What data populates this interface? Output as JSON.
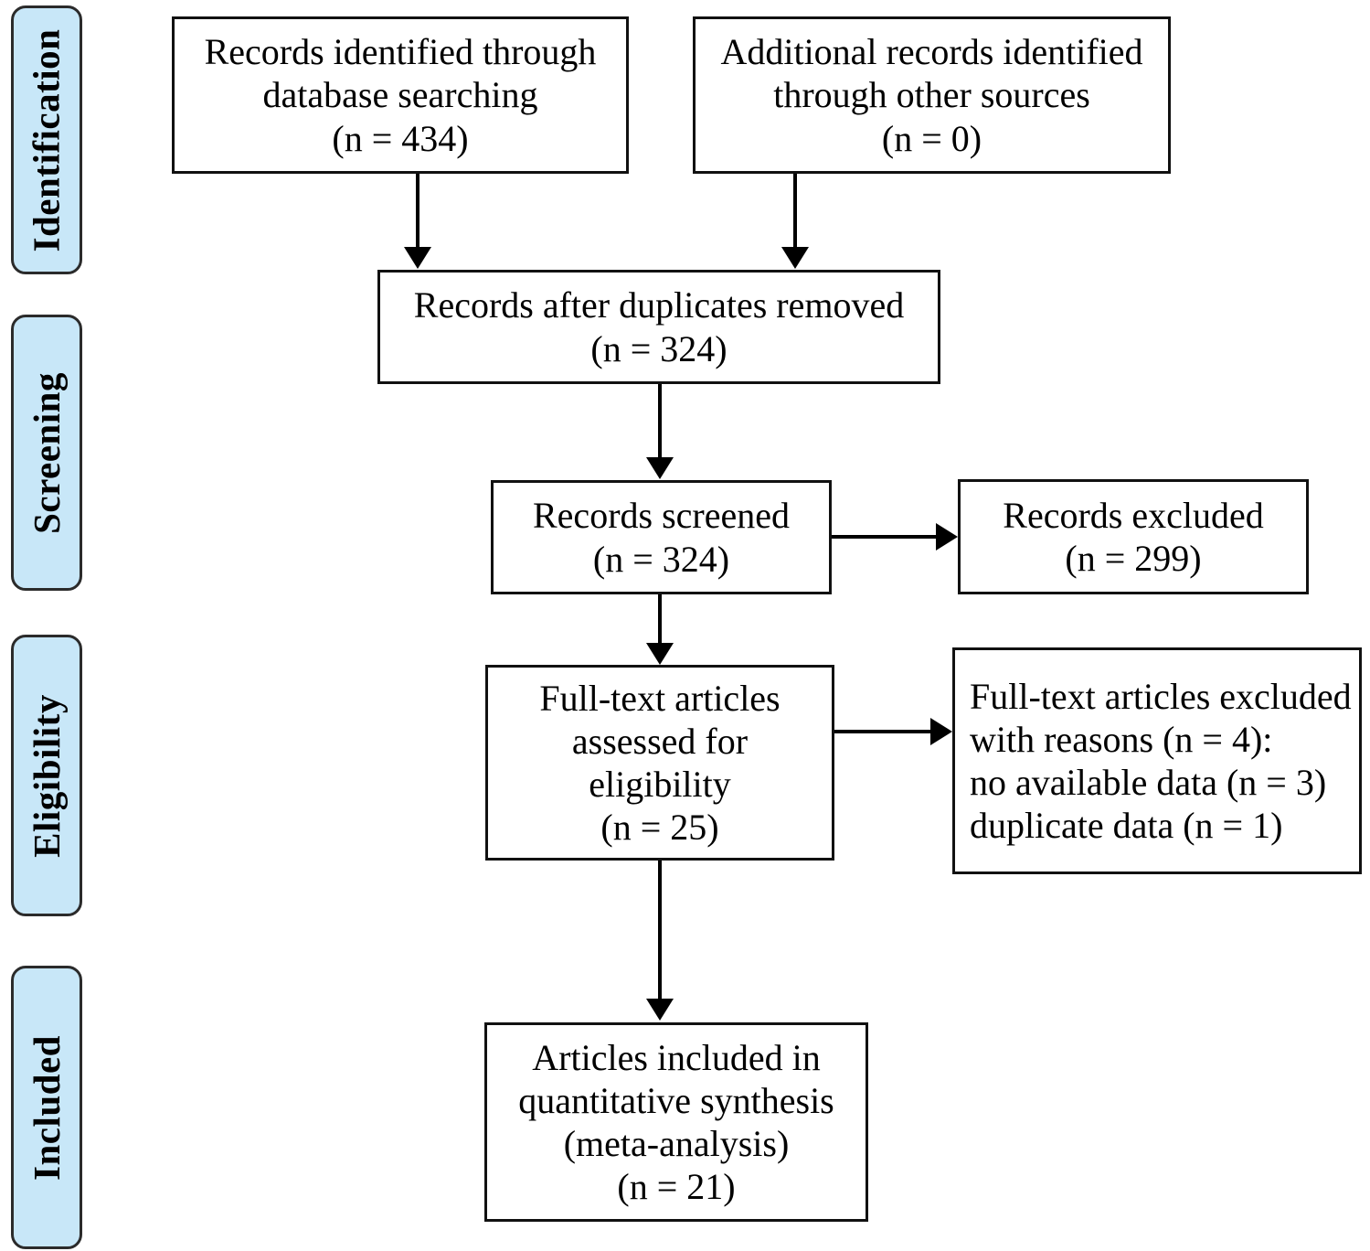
{
  "diagram": {
    "type": "prisma-flow-diagram",
    "stages": [
      {
        "id": "identification",
        "label": "Identification"
      },
      {
        "id": "screening",
        "label": "Screening"
      },
      {
        "id": "eligibility",
        "label": "Eligibility"
      },
      {
        "id": "included",
        "label": "Included"
      }
    ],
    "boxes": [
      {
        "id": "records-database",
        "lines": [
          "Records identified through",
          "database searching",
          "(n = 434)"
        ],
        "count": 434
      },
      {
        "id": "records-other-sources",
        "lines": [
          "Additional records identified",
          "through other sources",
          "(n = 0)"
        ],
        "count": 0
      },
      {
        "id": "duplicates-removed",
        "lines": [
          "Records after duplicates removed",
          "(n = 324)"
        ],
        "count": 324
      },
      {
        "id": "records-screened",
        "lines": [
          "Records screened",
          "(n = 324)"
        ],
        "count": 324
      },
      {
        "id": "records-excluded",
        "lines": [
          "Records excluded",
          "(n = 299)"
        ],
        "count": 299
      },
      {
        "id": "fulltext-assessed",
        "lines": [
          "Full-text articles",
          "assessed for",
          "eligibility",
          "(n = 25)"
        ],
        "count": 25
      },
      {
        "id": "fulltext-excluded",
        "lines": [
          "Full-text articles excluded",
          "with reasons (n = 4):",
          "no available data (n = 3)",
          "duplicate data (n = 1)"
        ],
        "count": 4
      },
      {
        "id": "articles-included",
        "lines": [
          "Articles included in",
          "quantitative synthesis",
          "(meta-analysis)",
          "(n = 21)"
        ],
        "count": 21
      }
    ],
    "colors": {
      "stage_fill": "#C8E7F8",
      "stage_border": "#2b2b2b",
      "box_border": "#111111",
      "connector": "#000000",
      "background": "#ffffff"
    }
  }
}
